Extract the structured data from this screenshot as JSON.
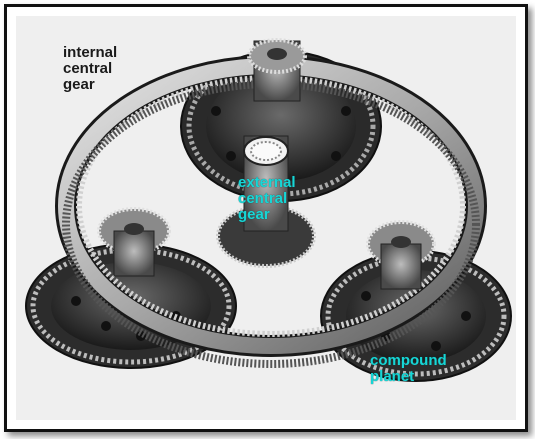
{
  "labels": {
    "internal_central_gear": "internal\ncentral\ngear",
    "external_central_gear": "external\ncentral\ngear",
    "compound_planet": "compound\nplanet"
  },
  "colors": {
    "label_cyan": "#17d6d6",
    "label_dark": "#1a1a1a",
    "metal_light": "#cfcfcf",
    "metal_mid": "#8a8a8a",
    "metal_dark": "#2a2a2a",
    "background": "#efefef"
  }
}
